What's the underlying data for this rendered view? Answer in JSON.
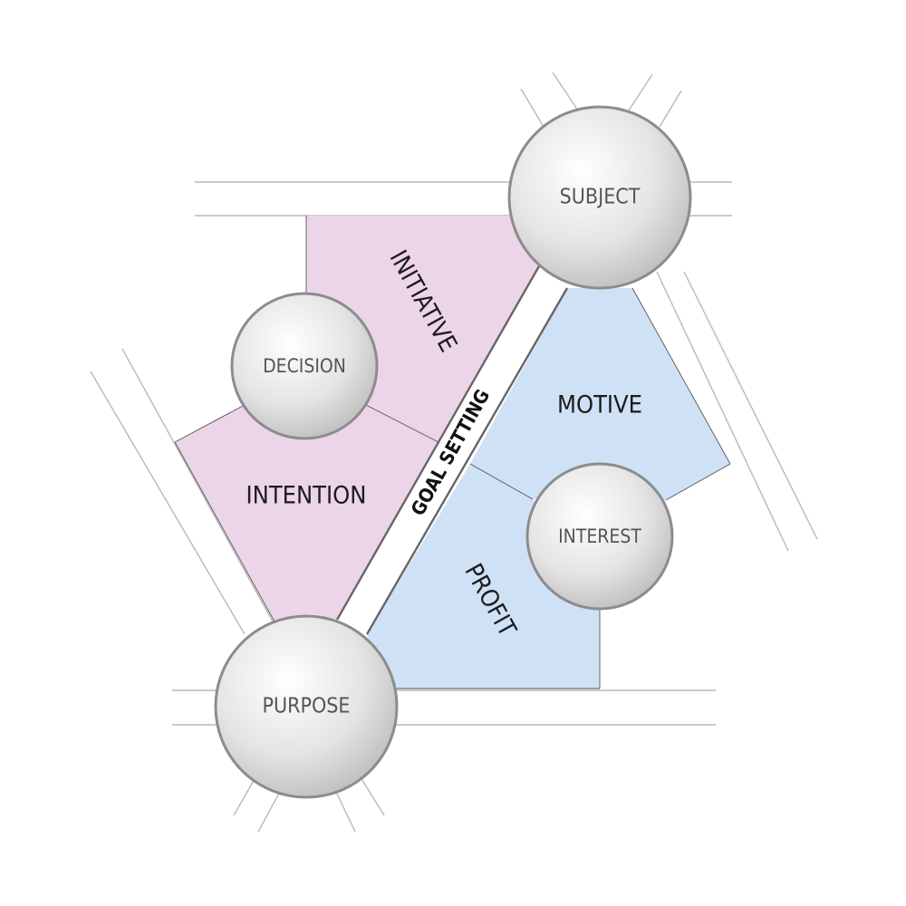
{
  "nodes": {
    "subject": "SUBJECT",
    "decision": "DECISION",
    "interest": "INTEREST",
    "purpose": "PURPOSE"
  },
  "regions": {
    "initiative": "INITIATIVE",
    "intention": "INTENTION",
    "motive": "MOTIVE",
    "profit": "PROFIT"
  },
  "band": {
    "label": "GOAL SETTING"
  },
  "colors": {
    "pink_region": "#ecd5e8",
    "blue_region": "#cfe1f5",
    "sphere_light": "#ffffff",
    "sphere_dark": "#c2c2c2",
    "sphere_outline": "#8c8c8c"
  }
}
